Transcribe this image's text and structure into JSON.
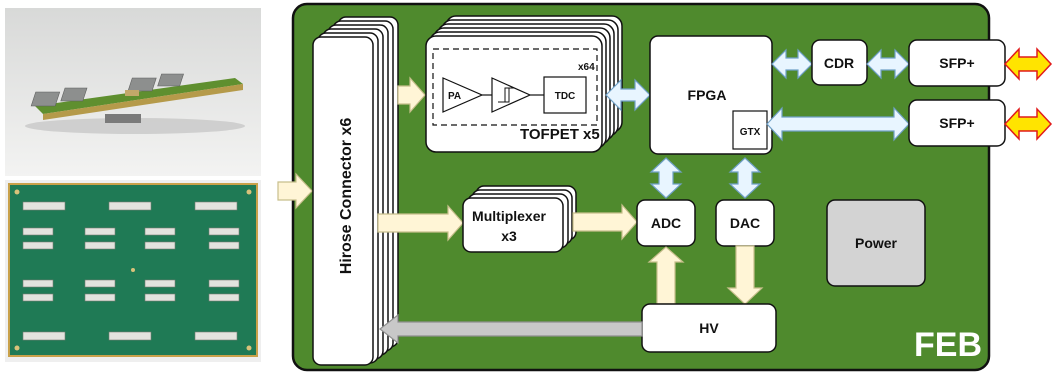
{
  "photos": {
    "top": "board-side-photo",
    "bottom": "board-top-photo"
  },
  "diagram": {
    "board_label": "FEB",
    "blocks": {
      "hirose": "Hirose Connector x6",
      "tofpet": "TOFPET x5",
      "pa": "PA",
      "tdc": "TDC",
      "channels": "x64",
      "fpga": "FPGA",
      "gtx": "GTX",
      "cdr": "CDR",
      "sfp1": "SFP+",
      "sfp2": "SFP+",
      "mux_line1": "Multiplexer",
      "mux_line2": "x3",
      "adc": "ADC",
      "dac": "DAC",
      "power": "Power",
      "hv": "HV"
    },
    "colors": {
      "board_green": "#4f8a2d",
      "arrow_cream": "#fff5d6",
      "arrow_edge": "#c7bf8c",
      "bidir_fill": "#e8f5ff",
      "bidir_edge": "#6fa0c6",
      "external_fill": "#ffe400",
      "external_edge": "#e11b1b",
      "hv_return_gray": "#c8c8c8",
      "power_gray": "#d3d3d3"
    }
  }
}
